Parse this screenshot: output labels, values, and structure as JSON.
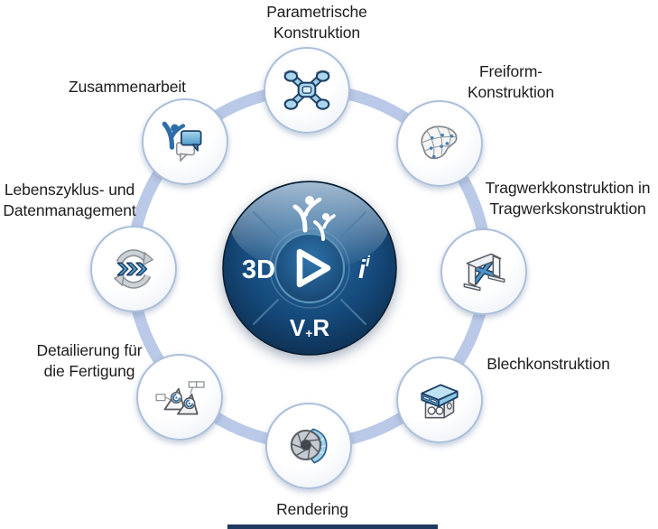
{
  "diagram": {
    "description": "Eight CAD capability areas arranged on a circle around the 3DEXPERIENCE compass logo",
    "colors": {
      "background": "#ffffff",
      "ring": "#bac9e7",
      "node_border": "#abbfda",
      "node_fill": "#ffffff",
      "label_text": "#1c1c1c",
      "compass_navy": "#0a2744",
      "compass_blue": "#2a6da3",
      "icon_blue": "#9fd0e8",
      "icon_navy": "#1f3f66",
      "footer_bar": "#1e3a5f"
    },
    "center": {
      "left": "3D",
      "right_i": "i",
      "right_sup": "i",
      "v": "V",
      "plus": "+",
      "r": "R",
      "top_icon": "people-figures",
      "middle_icon": "play-triangle"
    },
    "nodes": [
      {
        "position": "top",
        "label": "Parametrische\nKonstruktion",
        "icon": "drone-icon"
      },
      {
        "position": "top-right",
        "label": "Freiform-\nKonstruktion",
        "icon": "freeform-surface-icon"
      },
      {
        "position": "right",
        "label": "Tragwerkkonstruktion in\nTragwerkskonstruktion",
        "icon": "structural-frame-icon"
      },
      {
        "position": "bottom-right",
        "label": "Blechkonstruktion",
        "icon": "sheet-metal-box-icon"
      },
      {
        "position": "bottom",
        "label": "Rendering",
        "icon": "camera-aperture-icon"
      },
      {
        "position": "bottom-left",
        "label": "Detailierung für\ndie Fertigung",
        "icon": "manufacturing-detailing-icon"
      },
      {
        "position": "left",
        "label": "Lebenszyklus- und\nDatenmanagement",
        "icon": "lifecycle-arrows-icon"
      },
      {
        "position": "top-left",
        "label": "Zusammenarbeit",
        "icon": "collaboration-icon"
      }
    ]
  }
}
